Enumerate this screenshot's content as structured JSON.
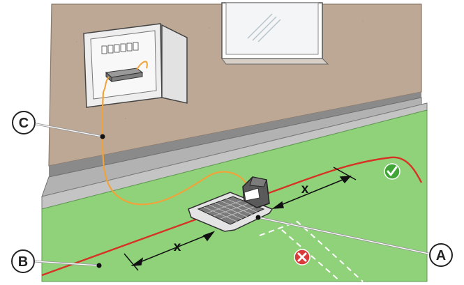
{
  "callouts": {
    "a": "A",
    "b": "B",
    "c": "C"
  },
  "dimensions": {
    "left": "x",
    "right": "x"
  },
  "colors": {
    "wall": "#bca894",
    "lawn": "#8fd27a",
    "boundary_wire": "#d63324",
    "power_cable": "#f0a33a",
    "pavement": "#b2b2b2",
    "ok": "#3fa535",
    "not_ok": "#d93a3a"
  },
  "icons": {
    "ok": "check-circle-icon",
    "not_ok": "x-circle-icon"
  }
}
